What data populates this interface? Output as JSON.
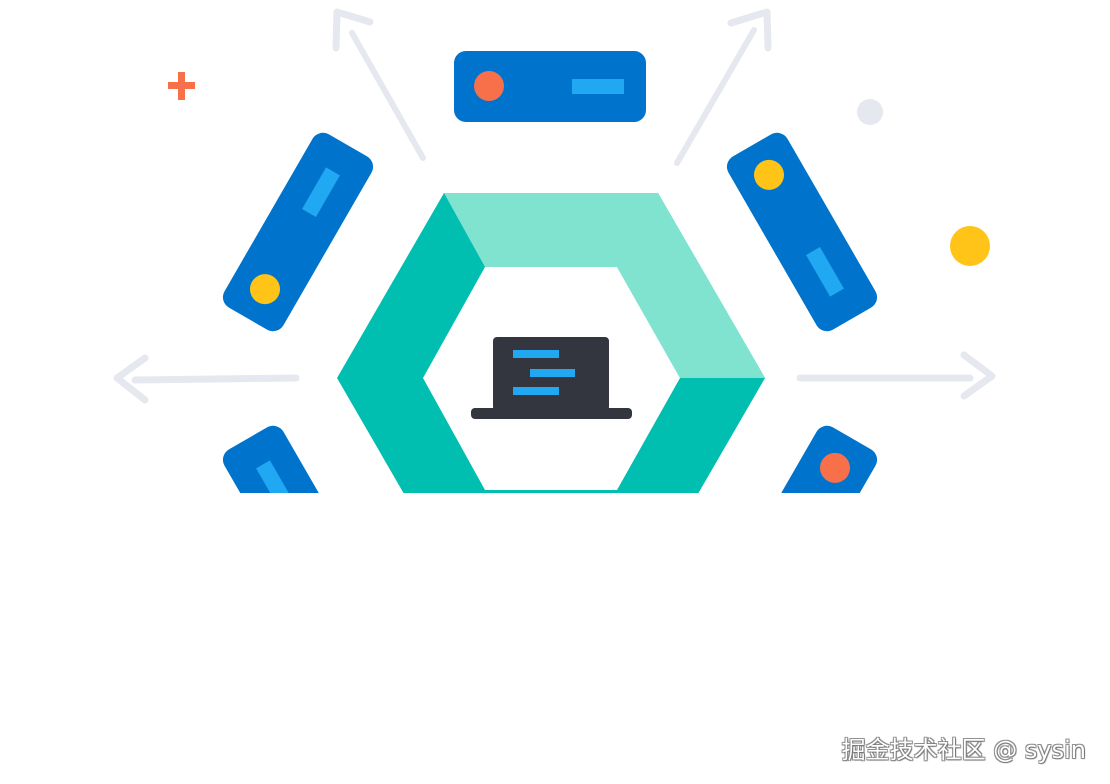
{
  "illustration": {
    "subject": "central hexagon with laptop surrounded by server pods and outward arrows",
    "colors": {
      "background": "#ffffff",
      "hex_dark": "#00BFB0",
      "hex_light": "#7FE3D0",
      "pod_blue": "#0074CC",
      "pod_bar": "#20A8F2",
      "dot_orange": "#F7704A",
      "dot_yellow": "#FFC417",
      "arrow_gray": "#E6E8EF",
      "laptop_dark": "#33363F",
      "laptop_bar": "#20A8F2",
      "plus_orange": "#F7704A"
    },
    "elements": {
      "center_icon": "laptop-icon",
      "pods": [
        {
          "name": "top-pod",
          "dot": "orange"
        },
        {
          "name": "upper-left-pod",
          "dot": "yellow"
        },
        {
          "name": "upper-right-pod",
          "dot": "yellow"
        },
        {
          "name": "lower-left-pod",
          "dot": "none"
        },
        {
          "name": "lower-right-pod",
          "dot": "orange"
        }
      ],
      "arrows": [
        "up-left-arrow",
        "up-right-arrow",
        "left-arrow",
        "right-arrow"
      ],
      "decorations": [
        "plus-icon",
        "gray-dot",
        "yellow-dot"
      ]
    }
  },
  "watermark": {
    "text": "掘金技术社区 @ sysin"
  }
}
